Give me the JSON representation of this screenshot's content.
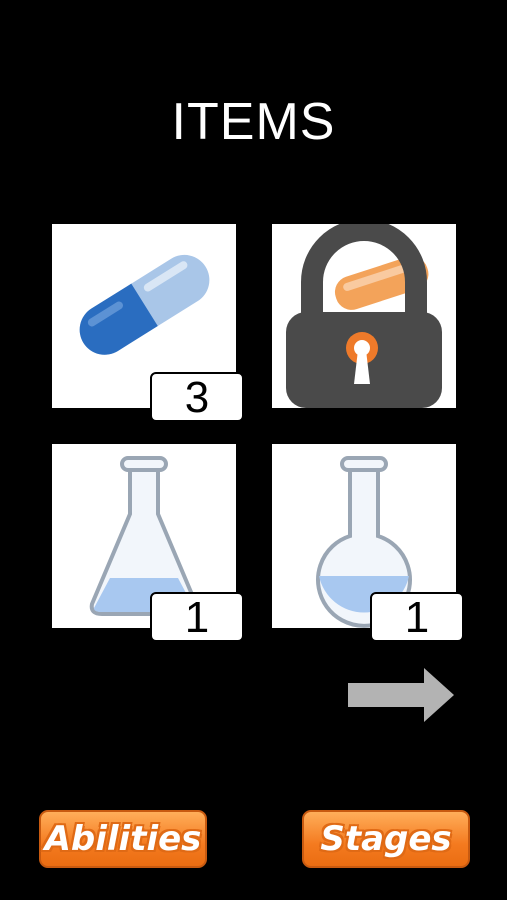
{
  "screen": {
    "title": "ITEMS"
  },
  "items": [
    {
      "name": "pill",
      "icon": "capsule-icon",
      "count": "3",
      "locked": false
    },
    {
      "name": "locked",
      "icon": "padlock-icon",
      "count": "",
      "locked": true
    },
    {
      "name": "erlenmeyer-flask",
      "icon": "erlenmeyer-flask-icon",
      "count": "1",
      "locked": false
    },
    {
      "name": "round-flask",
      "icon": "round-bottom-flask-icon",
      "count": "1",
      "locked": false
    }
  ],
  "navigation": {
    "next_icon": "right-arrow-icon",
    "abilities_label": "Abilities",
    "stages_label": "Stages"
  },
  "colors": {
    "background": "#000000",
    "button_orange": "#f47a1f",
    "arrow_gray": "#b3b3b3",
    "lock_gray": "#4a4a4a",
    "pill_blue": "#2a6dc0"
  }
}
